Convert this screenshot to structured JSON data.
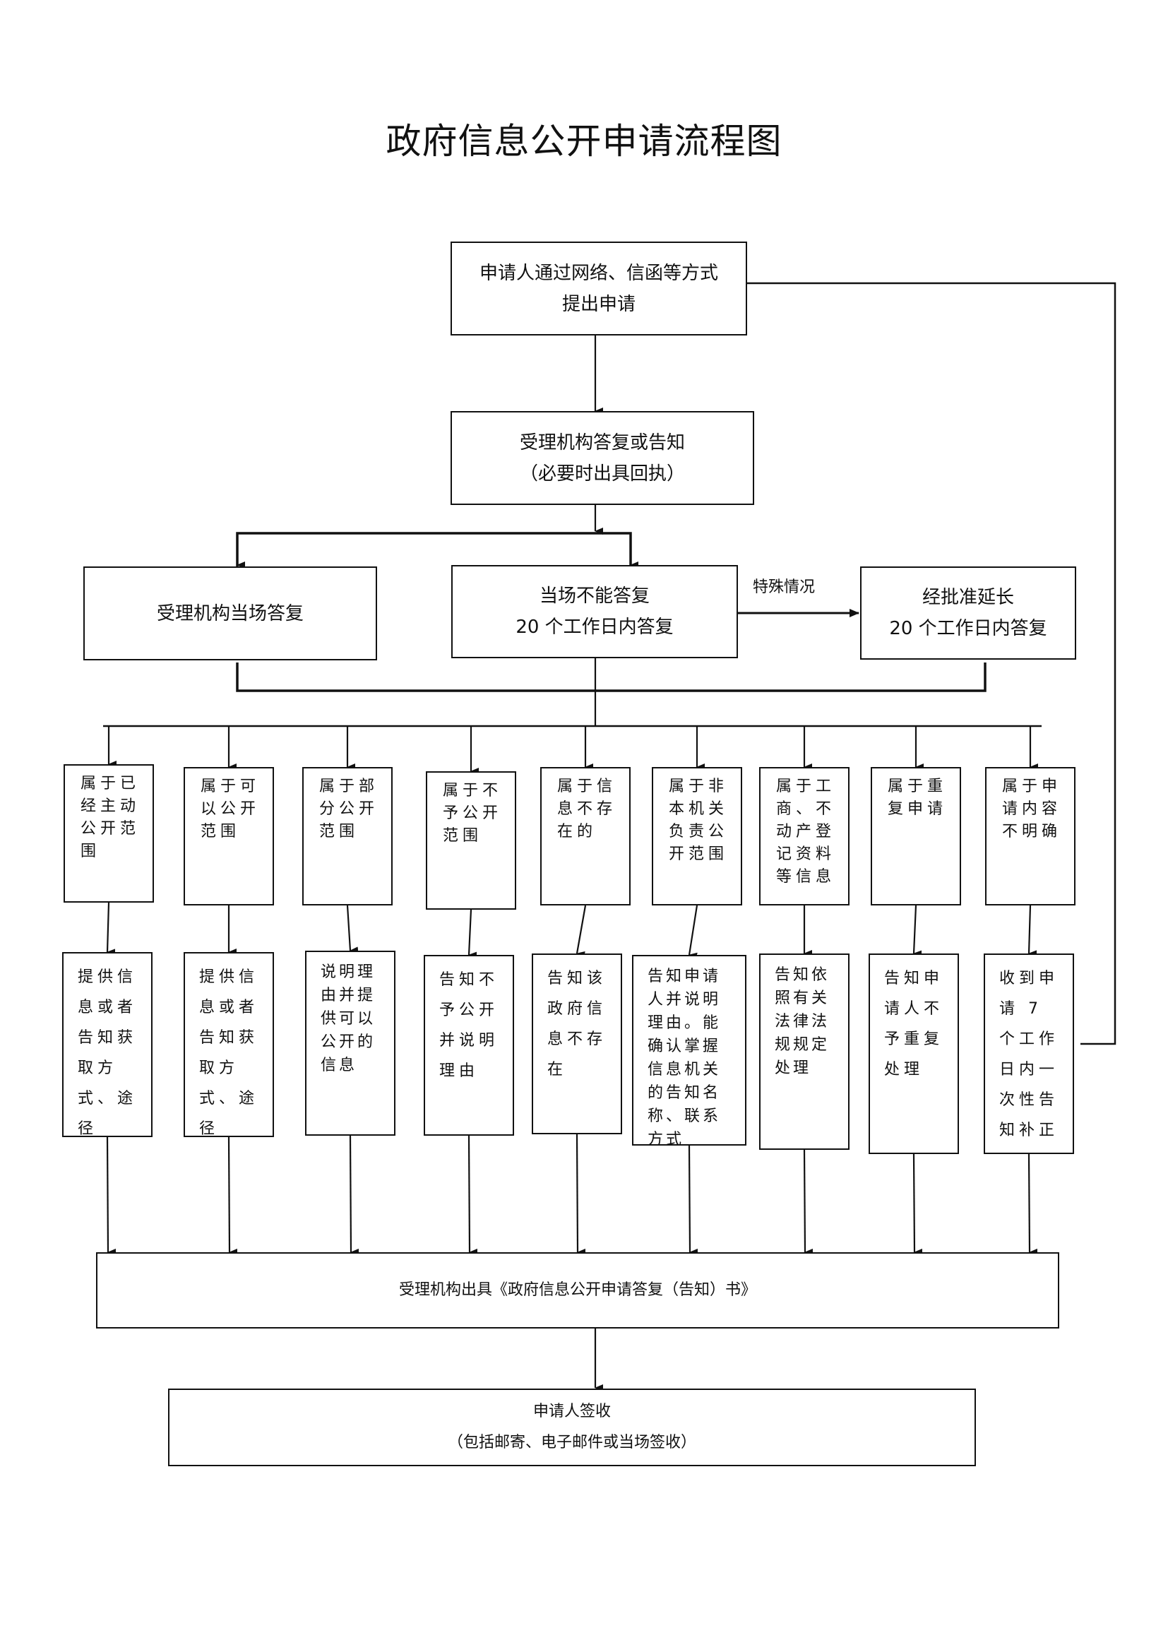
{
  "title": "政府信息公开申请流程图",
  "apply": {
    "line1": "申请人通过网络、信函等方式",
    "line2": "提出申请"
  },
  "accept": {
    "line1": "受理机构答复或告知",
    "line2": "（必要时出具回执）"
  },
  "onsite": {
    "text": "受理机构当场答复"
  },
  "not_onsite": {
    "line1": "当场不能答复",
    "line2": "20 个工作日内答复"
  },
  "special_label": "特殊情况",
  "extended": {
    "line1": "经批准延长",
    "line2": "20 个工作日内答复"
  },
  "categories": [
    {
      "text": "属于已经主动公开范围",
      "result": "提供信息或者告知获取方式、途径"
    },
    {
      "text": "属于可以公开范围",
      "result": "提供信息或者告知获取方式、途径"
    },
    {
      "text": "属于部分公开范围",
      "result": "说明理由并提供可以公开的信息"
    },
    {
      "text": "属于不予公开范围",
      "result": "告知不予公开并说明理由"
    },
    {
      "text": "属于信息不存在的",
      "result": "告知该政府信息不存在"
    },
    {
      "text": "属于非本机关负责公开范围",
      "result": "告知申请人并说明理由。能确认掌握信息机关的告知名称、联系方式"
    },
    {
      "text": "属于工商、不动产登记资料等信息",
      "result": "告知依照有关法律法规规定处理"
    },
    {
      "text": "属于重复申请",
      "result": "告知申请人不予重复处理"
    },
    {
      "text": "属于申请内容不明确",
      "result": "收到申请 7 个工作日内一次性告知补正"
    }
  ],
  "issue": {
    "text": "受理机构出具《政府信息公开申请答复（告知）书》"
  },
  "sign": {
    "line1": "申请人签收",
    "line2": "（包括邮寄、电子邮件或当场签收）"
  }
}
